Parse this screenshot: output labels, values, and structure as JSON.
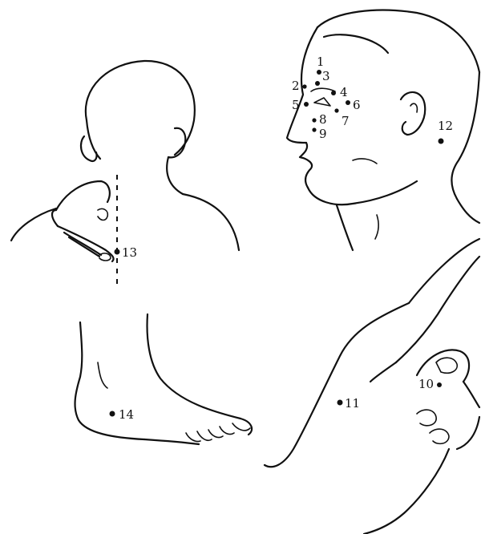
{
  "figure": {
    "points": [
      {
        "id": "p1",
        "label": "1"
      },
      {
        "id": "p2",
        "label": "2"
      },
      {
        "id": "p3",
        "label": "3"
      },
      {
        "id": "p4",
        "label": "4"
      },
      {
        "id": "p5",
        "label": "5"
      },
      {
        "id": "p6",
        "label": "6"
      },
      {
        "id": "p7",
        "label": "7"
      },
      {
        "id": "p8",
        "label": "8"
      },
      {
        "id": "p9",
        "label": "9"
      },
      {
        "id": "p10",
        "label": "10"
      },
      {
        "id": "p11",
        "label": "11"
      },
      {
        "id": "p12",
        "label": "12"
      },
      {
        "id": "p13",
        "label": "13"
      },
      {
        "id": "p14",
        "label": "14"
      }
    ]
  }
}
